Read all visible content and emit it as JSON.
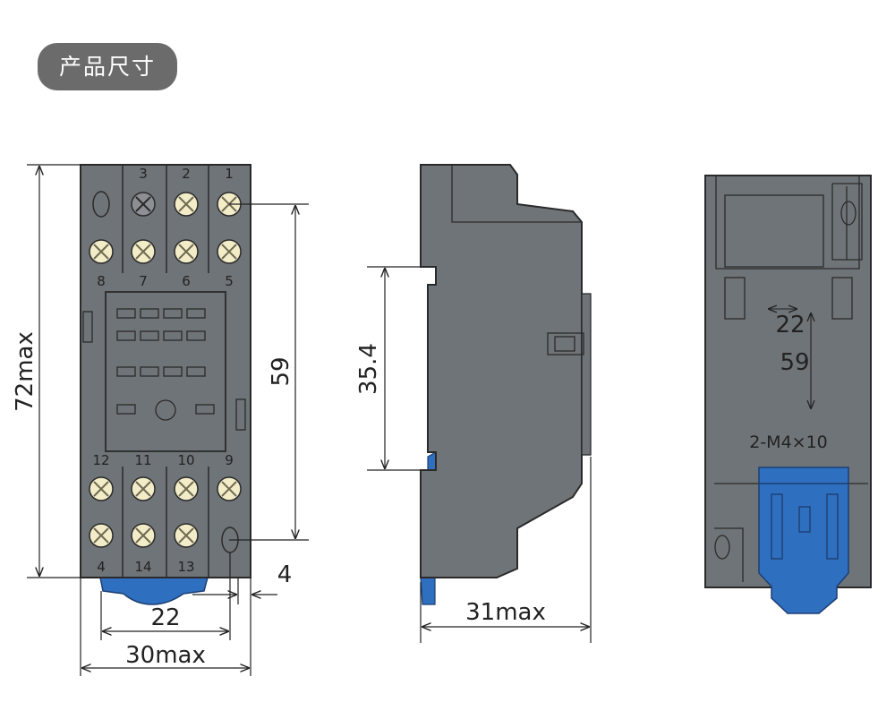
{
  "header": {
    "title": "产品尺寸"
  },
  "colors": {
    "body": "#6f7478",
    "outline": "#2a2a2a",
    "clip": "#2f6fc0",
    "screw": "#f3ecc8",
    "dim_line": "#222222"
  },
  "front_view": {
    "pins_top": [
      "3",
      "2",
      "1"
    ],
    "pins_row2": [
      "8",
      "7",
      "6",
      "5"
    ],
    "pins_row3": [
      "12",
      "11",
      "10",
      "9"
    ],
    "pins_bottom": [
      "4",
      "14",
      "13"
    ],
    "dims": {
      "height": "72max",
      "pitch": "59",
      "width_22": "22",
      "width": "30max",
      "offset": "4"
    }
  },
  "side_view": {
    "dims": {
      "rail": "35.4",
      "depth": "31max"
    }
  },
  "back_view": {
    "dims": {
      "h": "22",
      "v": "59",
      "screw": "2-M4×10"
    }
  }
}
